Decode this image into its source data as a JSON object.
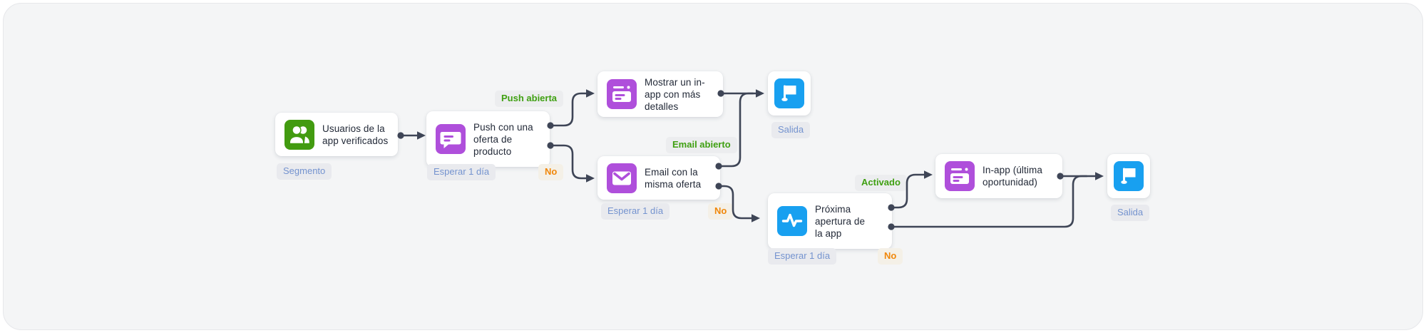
{
  "app": {
    "view": "journey-canvas"
  },
  "colors": {
    "canvas_background": "#F4F5F6",
    "canvas_border": "#E6E7EA",
    "card_background": "#FFFFFF",
    "connector": "#3E4556",
    "segment_green": "#429B10",
    "message_purple": "#AF4FDB",
    "action_blue": "#18A0F0",
    "badge_background": "#E9EAEE",
    "badge_blue_text": "#7493CF",
    "branch_yes_green": "#3FA012",
    "branch_no_orange": "#F0870A"
  },
  "flow": {
    "nodes": {
      "segment": {
        "title": "Usuarios de la\napp verificados",
        "tag": "Segmento",
        "icon": "users-icon"
      },
      "push": {
        "title": "Push con una\noferta de\nproducto",
        "wait": "Esperar 1 día",
        "branch_yes": "Push abierta",
        "branch_no": "No",
        "icon": "push-notification-icon"
      },
      "inapp_details": {
        "title": "Mostrar un in-\napp con más\ndetalles",
        "icon": "in-app-message-icon"
      },
      "email": {
        "title": "Email con la\nmisma oferta",
        "wait": "Esperar 1 día",
        "branch_yes": "Email abierto",
        "branch_no": "No",
        "icon": "email-icon"
      },
      "next_open": {
        "title": "Próxima\napertura de\nla app",
        "wait": "Esperar 1 día",
        "branch_yes": "Activado",
        "branch_no": "No",
        "icon": "activity-pulse-icon"
      },
      "inapp_last": {
        "title": "In-app (última\noportunidad)",
        "icon": "in-app-message-icon"
      },
      "exit_top": {
        "tag": "Salida",
        "icon": "flag-icon"
      },
      "exit_bottom": {
        "tag": "Salida",
        "icon": "flag-icon"
      }
    }
  }
}
